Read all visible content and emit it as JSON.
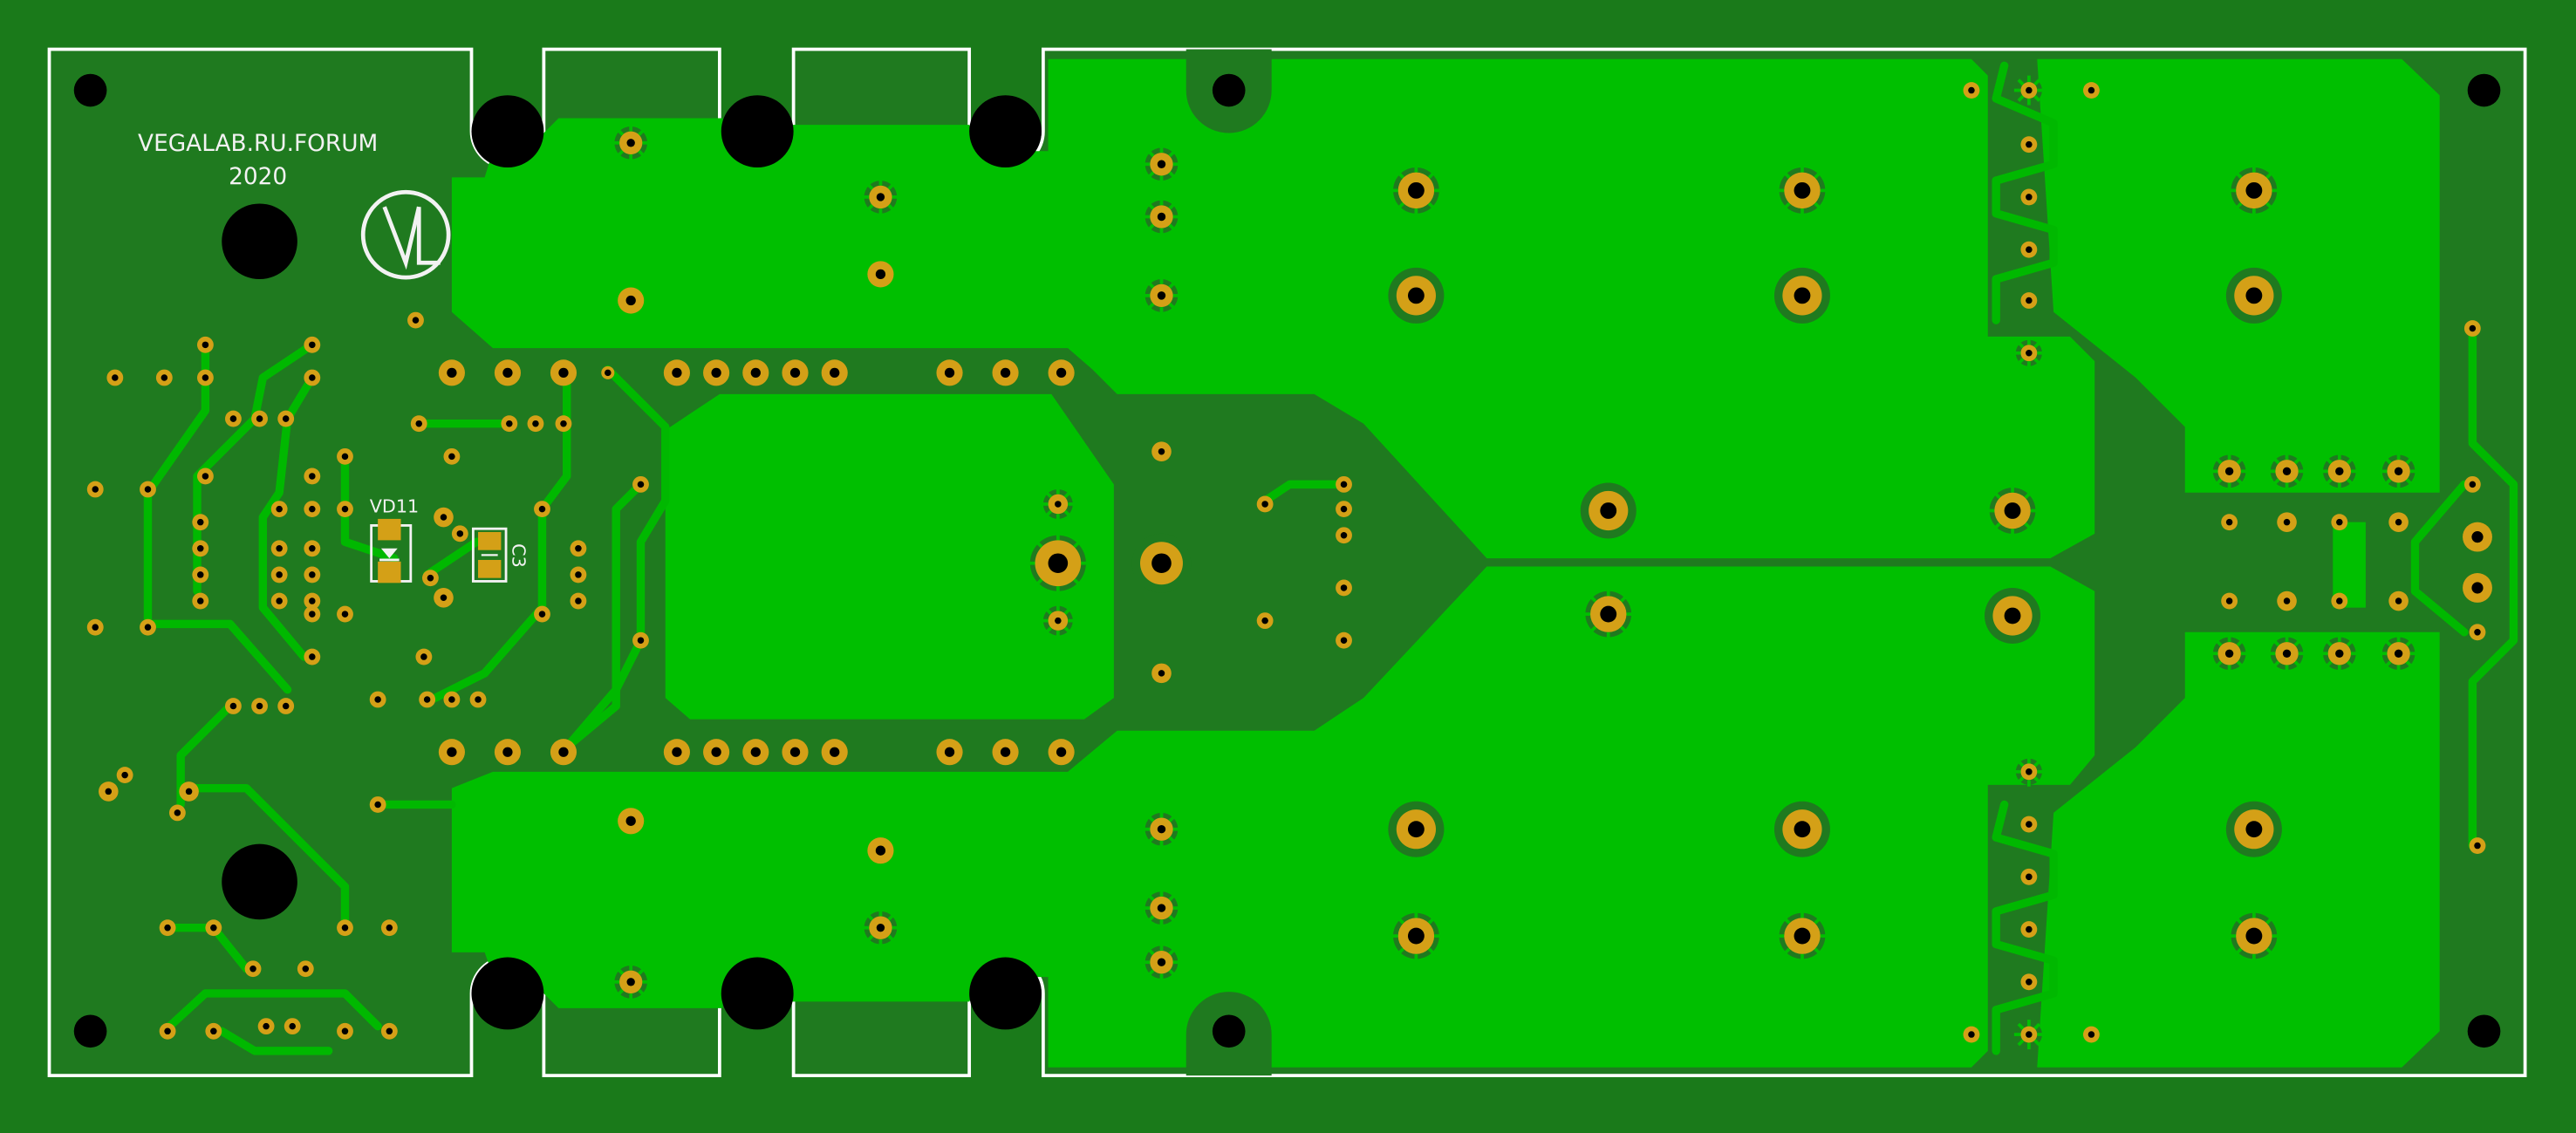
{
  "board": {
    "silkscreen_title": "VEGALAB.RU.FORUM",
    "silkscreen_year": "2020",
    "logo_name": "vegalab-logo"
  },
  "designators": {
    "diode": "VD11",
    "capacitor": "C3"
  },
  "colors": {
    "background": "#1a7a1a",
    "substrate": "#1f7a1f",
    "copper_pour": "#00bf00",
    "trace": "#00b800",
    "pad_ring": "#d4a017",
    "hole": "#000000",
    "silkscreen": "#f2f2f2",
    "outline": "#ffffff"
  }
}
